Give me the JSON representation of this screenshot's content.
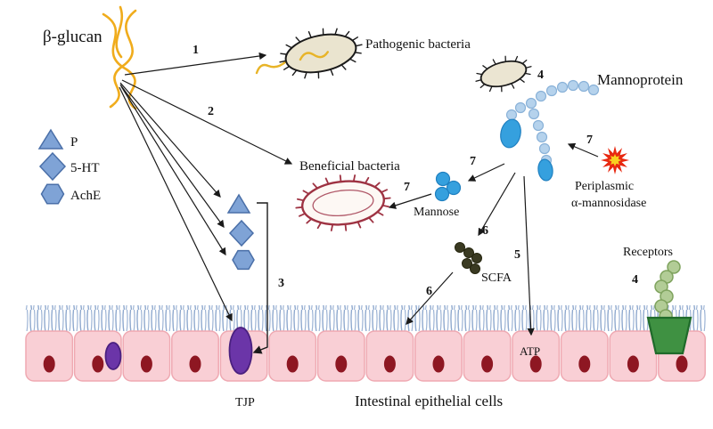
{
  "figure": {
    "labels": {
      "beta_glucan": "β-glucan",
      "pathogenic_bacteria": "Pathogenic bacteria",
      "mannoprotein": "Mannoprotein",
      "beneficial_bacteria": "Beneficial bacteria",
      "mannose": "Mannose",
      "periplasmic_line1": "Periplasmic",
      "periplasmic_line2": "α-mannosidase",
      "scfa": "SCFA",
      "receptors": "Receptors",
      "atp": "ATP",
      "tjp": "TJP",
      "intestinal_epithelial_cells": "Intestinal epithelial cells"
    },
    "legend": [
      {
        "shape": "triangle",
        "label": "P"
      },
      {
        "shape": "diamond",
        "label": "5-HT"
      },
      {
        "shape": "hexagon",
        "label": "AchE"
      }
    ],
    "step_numbers": {
      "n1": "1",
      "n2": "2",
      "n3": "3",
      "n4_source": "4",
      "n4_receptor": "4",
      "n5": "5",
      "n6_scfa": "6",
      "n6_cells": "6",
      "n7_mannose": "7",
      "n7_enzyme": "7",
      "n7_beneficial": "7"
    },
    "cells": {
      "count": 14
    },
    "colors": {
      "beta_glucan_fiber": "#F0AC1C",
      "neurotransmitter_blue": "#7FA3D6",
      "mannoprotein_chain": "#B5D2EC",
      "mannoprotein_core": "#35A0DE",
      "beneficial_outline": "#9E3242",
      "pathogenic_fill": "#EAE4CF",
      "epithelial_cell": "#F9CFD5",
      "epithelial_cell_border": "#EFA9B2",
      "nucleus": "#8E1722",
      "cilia": "#8FA9CE",
      "tight_junction_purple": "#6B35A8",
      "receptor_chain_green": "#B2CC96",
      "receptor_cup_green": "#3F9142",
      "mannosidase_red": "#E82810",
      "mannosidase_core_yellow": "#F8D020",
      "scfa_dark": "#3A3A22",
      "arrow": "#1a1a1a"
    }
  }
}
